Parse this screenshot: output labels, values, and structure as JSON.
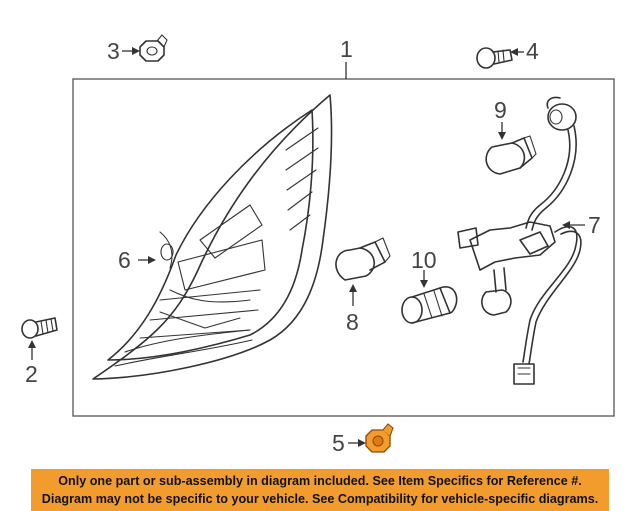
{
  "diagram": {
    "callouts": {
      "c1": "1",
      "c2": "2",
      "c3": "3",
      "c4": "4",
      "c5": "5",
      "c6": "6",
      "c7": "7",
      "c8": "8",
      "c9": "9",
      "c10": "10"
    },
    "highlight_color": "#f39c2e"
  },
  "disclaimer": {
    "line1": "Only one part or sub-assembly in diagram included. See Item Specifics for Reference #.",
    "line2": "Diagram may not be specific to your vehicle. See Compatibility for vehicle-specific diagrams."
  }
}
